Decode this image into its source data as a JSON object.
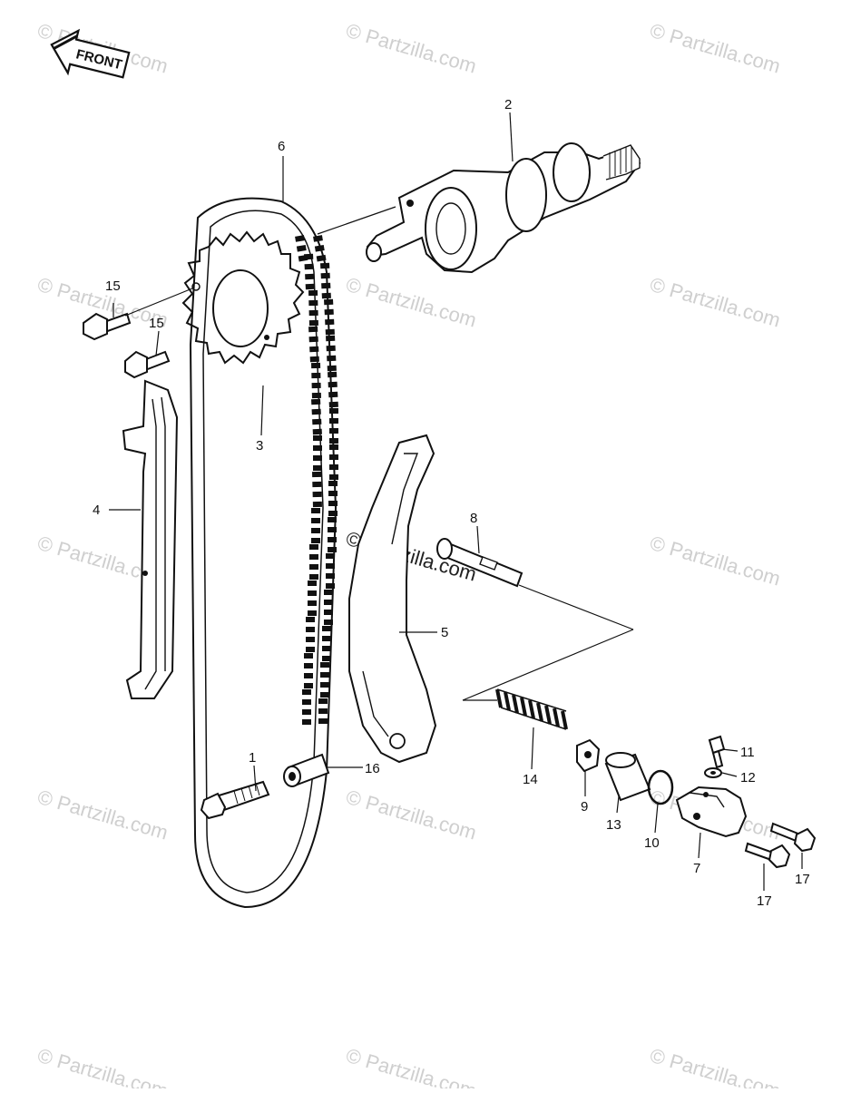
{
  "front_label": "FRONT",
  "watermark": "© Partzilla.com",
  "center_watermark": "© Partzilla.com",
  "callouts": {
    "c1": "1",
    "c2": "2",
    "c3": "3",
    "c4": "4",
    "c5": "5",
    "c6": "6",
    "c7": "7",
    "c8": "8",
    "c9": "9",
    "c10": "10",
    "c11": "11",
    "c12": "12",
    "c13": "13",
    "c14": "14",
    "c15a": "15",
    "c15b": "15",
    "c16": "16",
    "c17a": "17",
    "c17b": "17"
  }
}
